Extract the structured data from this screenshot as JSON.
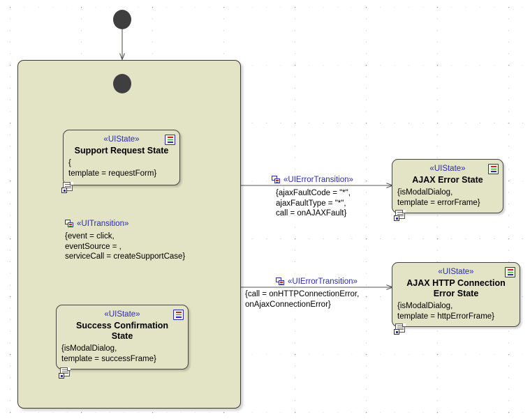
{
  "diagram": {
    "type": "uml-state-machine",
    "background": "#ffffff",
    "grid": "dotted",
    "fill_color": "#e3e3c5",
    "stereotype_color": "#2b2bb5",
    "border_color": "#444440"
  },
  "outer_state": {
    "name": "composite-state-container"
  },
  "nodes": {
    "initial_outer": {
      "label": "initial-node"
    },
    "initial_inner": {
      "label": "initial-node"
    }
  },
  "states": [
    {
      "id": "support-request-state",
      "stereotype": "«UIState»",
      "title": "Support Request State",
      "properties": "{\ntemplate = requestForm}",
      "props_icon": "properties-list-icon",
      "doc_icon": "document-icon"
    },
    {
      "id": "ajax-error-state",
      "stereotype": "«UIState»",
      "title": "AJAX Error State",
      "properties": "{isModalDialog,\ntemplate = errorFrame}",
      "props_icon": "properties-list-icon",
      "doc_icon": "document-icon"
    },
    {
      "id": "ajax-http-connection-error-state",
      "stereotype": "«UIState»",
      "title": "AJAX HTTP Connection\nError State",
      "properties": "{isModalDialog,\ntemplate = httpErrorFrame}",
      "props_icon": "properties-list-icon",
      "doc_icon": "document-icon"
    },
    {
      "id": "success-confirmation-state",
      "stereotype": "«UIState»",
      "title": "Success Confirmation\nState",
      "properties": "{isModalDialog,\ntemplate = successFrame}",
      "props_icon": "properties-list-icon",
      "doc_icon": "document-icon"
    }
  ],
  "transitions": [
    {
      "id": "ui-transition-main",
      "stereotype": "«UITransition»",
      "properties": "{event = click,\neventSource = ,\nserviceCall = createSupportCase}",
      "icon": "component-stereotype-icon",
      "from": "support-request-state",
      "to": "success-confirmation-state"
    },
    {
      "id": "ui-error-transition-ajax-fault",
      "stereotype": "«UIErrorTransition»",
      "properties": "{ajaxFaultCode = \"*\",\najaxFaultType = \"*\",\ncall = onAJAXFault}",
      "icon": "component-stereotype-icon",
      "from": "composite-state-container",
      "to": "ajax-error-state"
    },
    {
      "id": "ui-error-transition-http",
      "stereotype": "«UIErrorTransition»",
      "properties": "{call = onHTTPConnectionError,\nonAjaxConnectionError}",
      "icon": "component-stereotype-icon",
      "from": "composite-state-container",
      "to": "ajax-http-connection-error-state"
    }
  ]
}
